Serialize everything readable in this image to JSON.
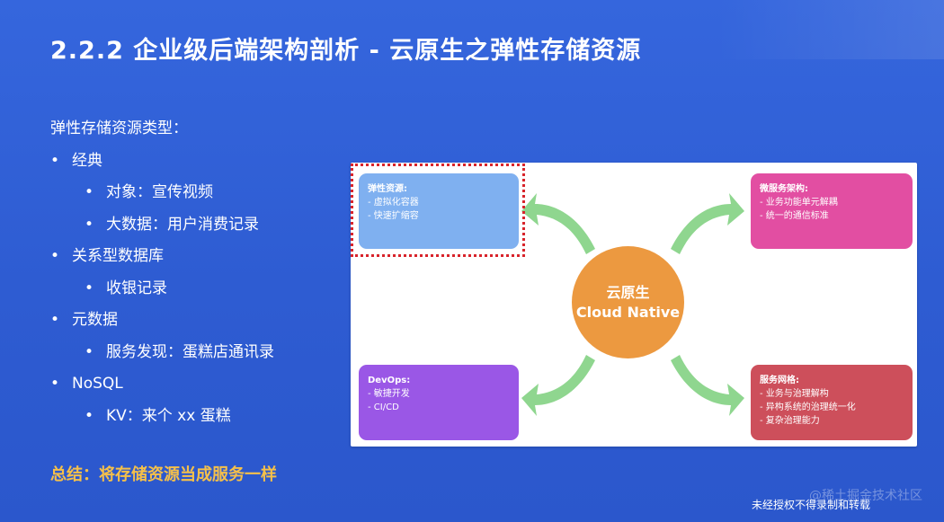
{
  "slide": {
    "title": "2.2.2 企业级后端架构剖析 - 云原生之弹性存储资源",
    "heading": "弹性存储资源类型：",
    "items": [
      {
        "label": "经典",
        "children": [
          "对象：宣传视频",
          "大数据：用户消费记录"
        ]
      },
      {
        "label": "关系型数据库",
        "children": [
          "收银记录"
        ]
      },
      {
        "label": "元数据",
        "children": [
          "服务发现：蛋糕店通讯录"
        ]
      },
      {
        "label": "NoSQL",
        "children": [
          "KV：来个 xx 蛋糕"
        ]
      }
    ],
    "summary": "总结：将存储资源当成服务一样"
  },
  "diagram": {
    "center": {
      "line1": "云原生",
      "line2": "Cloud Native"
    },
    "top_left": {
      "title": "弹性资源:",
      "lines": [
        "- 虚拟化容器",
        "- 快速扩缩容"
      ]
    },
    "top_right": {
      "title": "微服务架构:",
      "lines": [
        "- 业务功能单元解耦",
        "- 统一的通信标准"
      ]
    },
    "bottom_left": {
      "title": "DevOps:",
      "lines": [
        "- 敏捷开发",
        "- CI/CD"
      ]
    },
    "bottom_right": {
      "title": "服务网格:",
      "lines": [
        "- 业务与治理解构",
        "- 异构系统的治理统一化",
        "- 复杂治理能力"
      ]
    }
  },
  "footer": {
    "watermark": "@稀土掘金技术社区",
    "notice": "未经授权不得录制和转载"
  },
  "colors": {
    "background": "#2f5fd7",
    "summary": "#f5c04a",
    "highlight_border": "#d8242b",
    "arrow": "#8fd68f",
    "center_circle": "#ec9940"
  }
}
